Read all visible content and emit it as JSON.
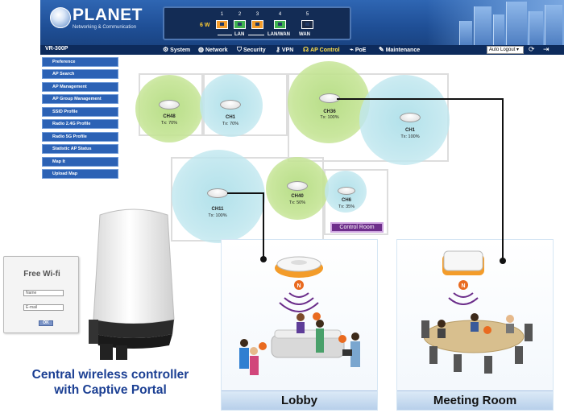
{
  "header": {
    "brand": "PLANET",
    "tagline": "Networking & Communication",
    "power_label": "6 W",
    "ports": [
      {
        "num": "1",
        "color": "#f39c2a"
      },
      {
        "num": "2",
        "color": "#3fb34f"
      },
      {
        "num": "3",
        "color": "#f39c2a"
      },
      {
        "num": "4",
        "color": "#3fb34f"
      },
      {
        "num": "5",
        "color": "#1c2a44"
      }
    ],
    "port_groups": [
      "LAN",
      "LAN/WAN",
      "WAN"
    ]
  },
  "nav": {
    "model": "VR-300P",
    "items": [
      "System",
      "Network",
      "Security",
      "VPN",
      "AP Control",
      "PoE",
      "Maintenance"
    ],
    "active": "AP Control",
    "logout_select": "Auto Logout"
  },
  "sidebar": {
    "items": [
      "Preference",
      "AP Search",
      "AP Management",
      "AP Group Management",
      "SSID Profile",
      "Radio 2.4G Profile",
      "Radio 5G Profile",
      "Statistic AP Status",
      "Map It",
      "Upload Map"
    ]
  },
  "floorplan": {
    "aps": [
      {
        "ch": "CH48",
        "tx": "Tx: 70%",
        "zone": "green"
      },
      {
        "ch": "CH1",
        "tx": "Tx: 70%",
        "zone": "cyan"
      },
      {
        "ch": "CH36",
        "tx": "Tx: 100%",
        "zone": "green"
      },
      {
        "ch": "CH1",
        "tx": "Tx: 100%",
        "zone": "cyan"
      },
      {
        "ch": "CH11",
        "tx": "Tx: 100%",
        "zone": "cyan"
      },
      {
        "ch": "CH40",
        "tx": "Tx: 50%",
        "zone": "green"
      },
      {
        "ch": "CH6",
        "tx": "Tx: 35%",
        "zone": "cyan"
      }
    ],
    "control_room_label": "Control Room"
  },
  "portal": {
    "title": "Free Wi-fi",
    "name_placeholder": "Name",
    "email_placeholder": "E-mail",
    "ok_label": "OK"
  },
  "caption": {
    "line1": "Central wireless controller",
    "line2": "with Captive Portal"
  },
  "scenes": {
    "lobby": "Lobby",
    "meeting": "Meeting Room"
  },
  "colors": {
    "header_blue": "#2f66b3",
    "nav_dark": "#0d2b5c",
    "sidebar_blue": "#2c62b5",
    "caption_blue": "#1b3f93",
    "control_room": "#6e2e8b",
    "coverage_green": "#c4e494",
    "coverage_cyan": "#bee6ee"
  }
}
